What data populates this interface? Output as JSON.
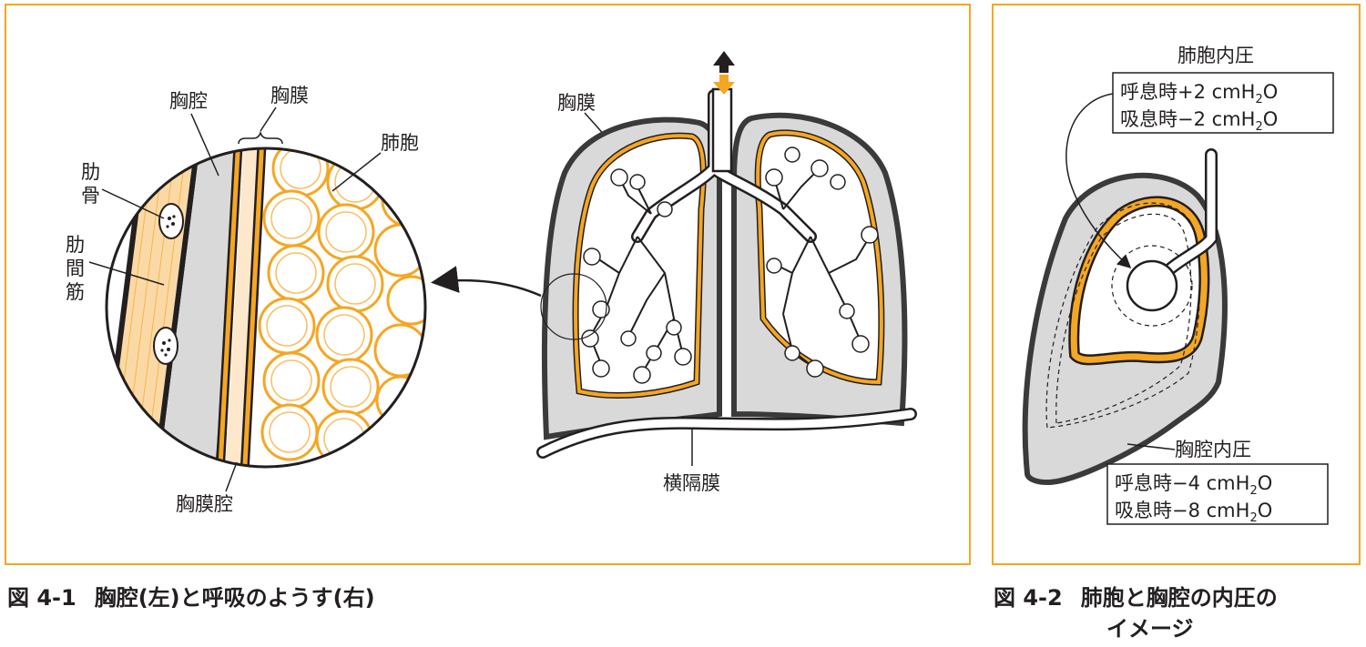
{
  "figure1": {
    "labels": {
      "thoracic_cavity": "胸腔",
      "pleura_top": "胸膜",
      "alveoli": "肺胞",
      "rib_line1": "肋",
      "rib_line2": "骨",
      "intercostal_line1": "肋",
      "intercostal_line2": "間",
      "intercostal_line3": "筋",
      "pleural_cavity": "胸膜腔",
      "pleura_lung": "胸膜",
      "diaphragm": "横隔膜"
    },
    "caption": {
      "number": "図 4-1",
      "text": "胸腔(左)と呼吸のようす(右)"
    }
  },
  "figure2": {
    "alveolar_title": "肺胞内圧",
    "alveolar_exhale": "呼息時+2 cmH",
    "alveolar_inhale": "吸息時−2 cmH",
    "thoracic_title": "胸腔内圧",
    "thoracic_exhale": "呼息時−4 cmH",
    "thoracic_inhale": "吸息時−8 cmH",
    "subscript": "2",
    "o": "O",
    "caption": {
      "number": "図 4-2",
      "line1": "肺胞と胸腔の内圧の",
      "line2": "イメージ"
    }
  },
  "colors": {
    "accent_orange": "#f5a623",
    "light_orange": "#fbd9a6",
    "gray_fill": "#d9d9d9",
    "dark_gray": "#3a3a3a"
  }
}
